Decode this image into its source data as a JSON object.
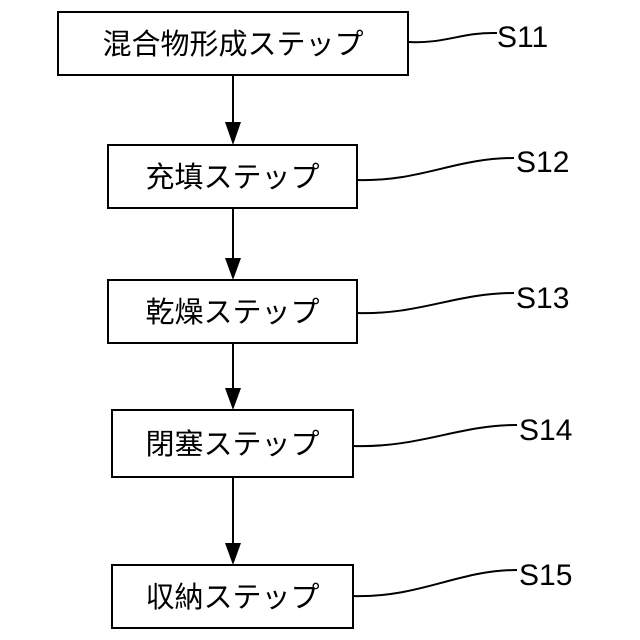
{
  "steps": [
    {
      "label": "混合物形成ステップ",
      "ref": "S11"
    },
    {
      "label": "充填ステップ",
      "ref": "S12"
    },
    {
      "label": "乾燥ステップ",
      "ref": "S13"
    },
    {
      "label": "閉塞ステップ",
      "ref": "S14"
    },
    {
      "label": "収納ステップ",
      "ref": "S15"
    }
  ],
  "colors": {
    "line": "#000000",
    "background": "#ffffff"
  }
}
